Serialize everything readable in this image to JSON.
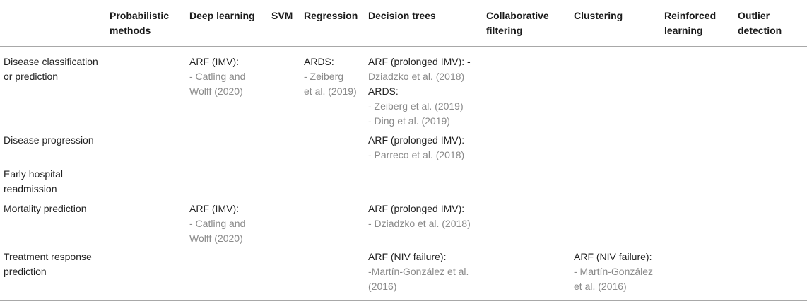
{
  "columns": [
    {
      "key": "row_label",
      "text": ""
    },
    {
      "key": "probabilistic",
      "lines": [
        "Probabilistic",
        "methods"
      ]
    },
    {
      "key": "deep_learning",
      "lines": [
        "Deep learning"
      ]
    },
    {
      "key": "svm",
      "lines": [
        "SVM"
      ]
    },
    {
      "key": "regression",
      "lines": [
        "Regression"
      ]
    },
    {
      "key": "decision_trees",
      "lines": [
        "Decision trees"
      ]
    },
    {
      "key": "collab_filtering",
      "lines": [
        "Collaborative",
        "filtering"
      ]
    },
    {
      "key": "clustering",
      "lines": [
        "Clustering"
      ]
    },
    {
      "key": "reinforced",
      "lines": [
        "Reinforced",
        "learning"
      ]
    },
    {
      "key": "outlier",
      "lines": [
        "Outlier",
        "detection"
      ]
    }
  ],
  "rows": [
    {
      "label": [
        "Disease classification",
        "or prediction"
      ],
      "deep_learning": [
        {
          "t": "title",
          "text": "ARF (IMV):"
        },
        {
          "t": "ref",
          "text": "- Catling and"
        },
        {
          "t": "ref",
          "text": "Wolff (2020)"
        }
      ],
      "regression": [
        {
          "t": "title",
          "text": "ARDS:"
        },
        {
          "t": "ref",
          "text": "- Zeiberg"
        },
        {
          "t": "ref",
          "text": "et al. (2019)"
        }
      ],
      "decision_trees": [
        {
          "t": "title",
          "text": "ARF (prolonged IMV): -"
        },
        {
          "t": "ref",
          "text": "Dziadzko et al. (2018)"
        },
        {
          "t": "title",
          "text": "ARDS:"
        },
        {
          "t": "ref",
          "text": "- Zeiberg et al. (2019)"
        },
        {
          "t": "ref",
          "text": "- Ding et al. (2019)"
        }
      ]
    },
    {
      "label": [
        "Disease progression"
      ],
      "decision_trees": [
        {
          "t": "title",
          "text": "ARF (prolonged IMV):"
        },
        {
          "t": "ref",
          "text": "- Parreco et al. (2018)"
        }
      ]
    },
    {
      "label": [
        "Early hospital",
        "readmission"
      ]
    },
    {
      "label": [
        "Mortality prediction"
      ],
      "deep_learning": [
        {
          "t": "title",
          "text": "ARF (IMV):"
        },
        {
          "t": "ref",
          "text": "- Catling and"
        },
        {
          "t": "ref",
          "text": "Wolff (2020)"
        }
      ],
      "decision_trees": [
        {
          "t": "title",
          "text": "ARF (prolonged IMV):"
        },
        {
          "t": "ref",
          "text": "- Dziadzko et al. (2018)"
        }
      ]
    },
    {
      "label": [
        "Treatment response",
        "prediction"
      ],
      "decision_trees": [
        {
          "t": "title",
          "text": "ARF (NIV failure):"
        },
        {
          "t": "ref",
          "text": "-Martín-González et al."
        },
        {
          "t": "ref",
          "text": "(2016)"
        }
      ],
      "clustering": [
        {
          "t": "title",
          "text": "ARF (NIV failure):"
        },
        {
          "t": "ref",
          "text": "- Martín-González"
        },
        {
          "t": "ref",
          "text": "et al. (2016)"
        }
      ]
    }
  ],
  "colors": {
    "rule": "#a8a8a8",
    "reference_text": "#8a8a8a",
    "body_text": "#222222"
  }
}
